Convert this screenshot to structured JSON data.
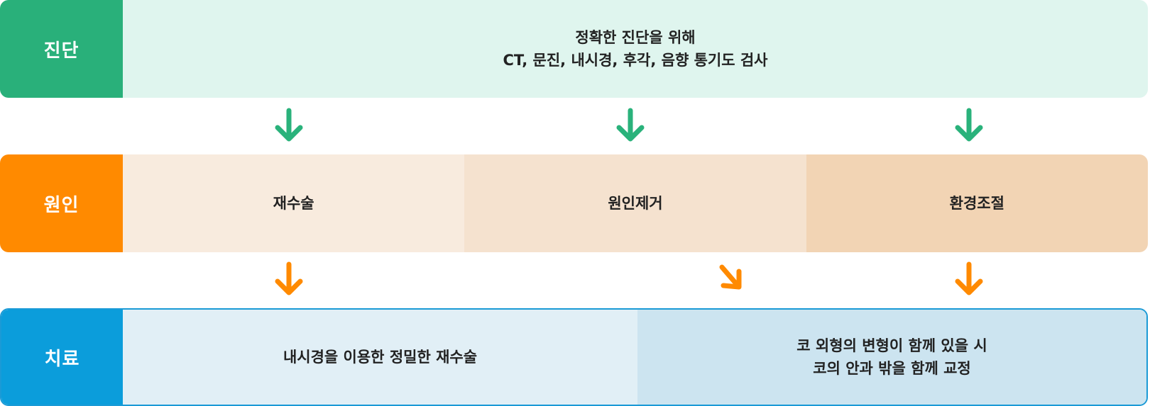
{
  "colors": {
    "diagnosis_label": "#29b07a",
    "diagnosis_bg": "#dff5ee",
    "cause_label": "#ff8a00",
    "cause_bg": [
      "#f8ebde",
      "#f5e2cf",
      "#f2d4b4"
    ],
    "treatment_label": "#0b9ddb",
    "treatment_bg": [
      "#e1eff6",
      "#cce4f0"
    ],
    "arrow_green": "#2ab27b",
    "arrow_orange": "#ff8a00"
  },
  "diagnosis": {
    "label": "진단",
    "text": [
      "정확한 진단을 위해",
      "CT, 문진, 내시경, 후각, 음향 통기도 검사"
    ]
  },
  "cause": {
    "label": "원인",
    "items": [
      "재수술",
      "원인제거",
      "환경조절"
    ]
  },
  "treatment": {
    "label": "치료",
    "items": [
      [
        "내시경을 이용한 정밀한 재수술"
      ],
      [
        "코 외형의 변형이 함께 있을 시",
        "코의 안과 밖을 함께 교정"
      ]
    ]
  }
}
